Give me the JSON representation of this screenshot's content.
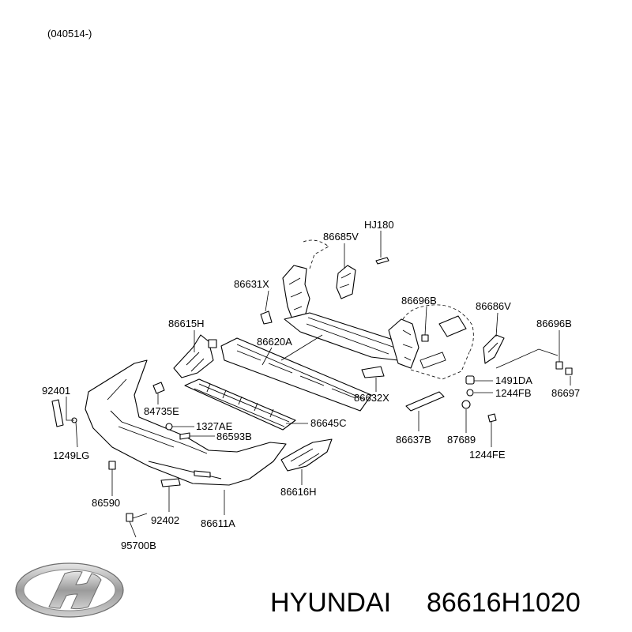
{
  "header": {
    "code": "(040514-)"
  },
  "brand": {
    "name": "HYUNDAI",
    "part_number": "86616H1020"
  },
  "labels": {
    "HJ180": "HJ180",
    "86685V": "86685V",
    "86631X": "86631X",
    "86696B_a": "86696B",
    "86686V": "86686V",
    "86696B_b": "86696B",
    "86615H": "86615H",
    "86620A": "86620A",
    "1491DA": "1491DA",
    "1244FB": "1244FB",
    "86697": "86697",
    "92401": "92401",
    "86632X": "86632X",
    "84735E": "84735E",
    "86645C": "86645C",
    "1327AE": "1327AE",
    "86593B": "86593B",
    "86637B": "86637B",
    "87689": "87689",
    "1249LG": "1249LG",
    "1244FE": "1244FE",
    "86616H": "86616H",
    "86590": "86590",
    "92402": "92402",
    "86611A": "86611A",
    "95700B": "95700B"
  }
}
